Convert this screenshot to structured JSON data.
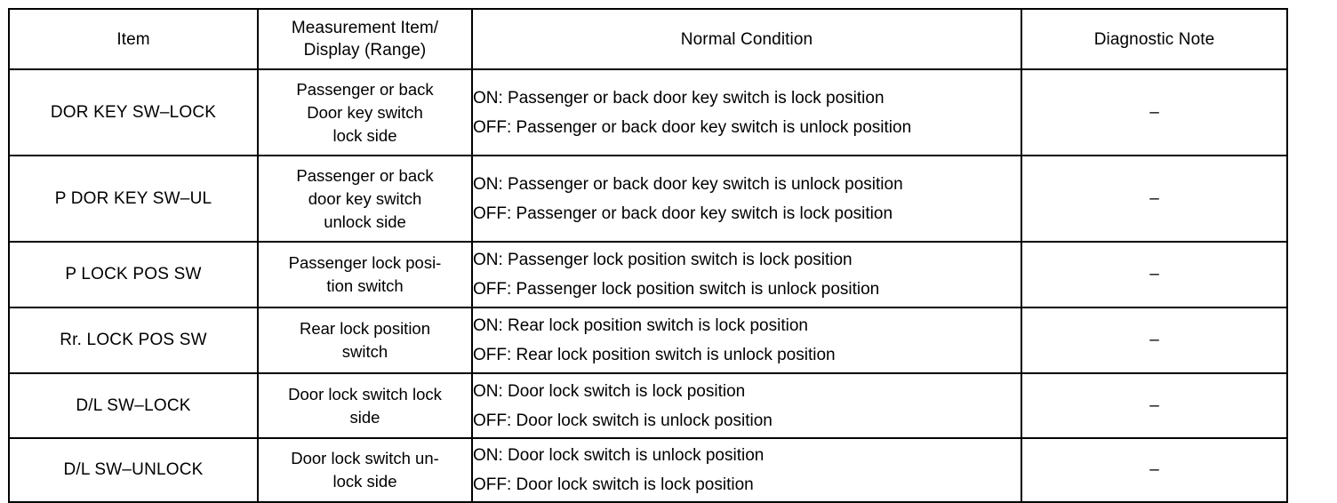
{
  "table": {
    "headers": {
      "item": "Item",
      "measurement_line1": "Measurement Item/",
      "measurement_line2": "Display (Range)",
      "normal_condition": "Normal Condition",
      "diagnostic_note": "Diagnostic Note"
    },
    "rows": [
      {
        "item": "DOR KEY SW–LOCK",
        "measurement": [
          "Passenger or back",
          "Door key switch",
          "lock side"
        ],
        "normal": [
          "ON: Passenger or back door key switch is lock position",
          "OFF: Passenger or back door key switch is unlock position"
        ],
        "diagnostic_note": "–"
      },
      {
        "item": "P DOR KEY SW–UL",
        "measurement": [
          "Passenger or back",
          "door key switch",
          "unlock side"
        ],
        "normal": [
          "ON: Passenger or back door key switch is unlock position",
          "OFF: Passenger or back door key switch is lock position"
        ],
        "diagnostic_note": "–"
      },
      {
        "item": "P LOCK POS SW",
        "measurement": [
          "Passenger lock posi-",
          "tion switch"
        ],
        "normal": [
          "ON: Passenger lock position switch is lock position",
          "OFF: Passenger lock position switch is unlock position"
        ],
        "diagnostic_note": "–"
      },
      {
        "item": "Rr. LOCK POS SW",
        "measurement": [
          "Rear lock position",
          "switch"
        ],
        "normal": [
          "ON: Rear lock position switch is lock position",
          "OFF: Rear lock position switch is unlock position"
        ],
        "diagnostic_note": "–"
      },
      {
        "item": "D/L SW–LOCK",
        "measurement": [
          "Door lock switch lock",
          "side"
        ],
        "normal": [
          "ON: Door lock switch is lock position",
          "OFF: Door lock switch is unlock position"
        ],
        "diagnostic_note": "–"
      },
      {
        "item": "D/L SW–UNLOCK",
        "measurement": [
          "Door lock switch un-",
          "lock side"
        ],
        "normal": [
          "ON: Door lock switch is unlock position",
          "OFF: Door lock switch is lock position"
        ],
        "diagnostic_note": "–"
      }
    ]
  }
}
